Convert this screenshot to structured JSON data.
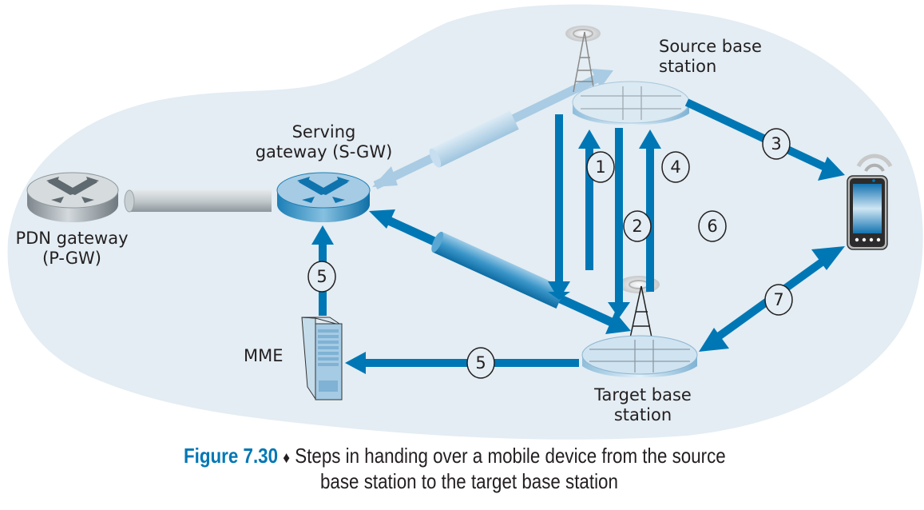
{
  "figure": {
    "number_label": "Figure 7.30",
    "separator": "♦",
    "caption_line1": "Steps in handing over a mobile device from the source",
    "caption_line2": "base station to the target base station"
  },
  "colors": {
    "region_fill": "#e3edf3",
    "arrow_blue": "#0077b5",
    "arrow_light_blue": "#a9cbe3",
    "text": "#231f20",
    "caption_accent": "#0077b5"
  },
  "nodes": {
    "pdn_gateway": {
      "label_line1": "PDN gateway",
      "label_line2": "(P-GW)",
      "icon": "router-icon"
    },
    "serving_gateway": {
      "label_line1": "Serving",
      "label_line2": "gateway (S-GW)",
      "icon": "router-icon"
    },
    "source_base_station": {
      "label_line1": "Source base",
      "label_line2": "station",
      "icon": "base-station-icon"
    },
    "target_base_station": {
      "label_line1": "Target base",
      "label_line2": "station",
      "icon": "base-station-icon"
    },
    "mme": {
      "label": "MME",
      "icon": "server-icon"
    },
    "mobile_device": {
      "icon": "smartphone-icon"
    }
  },
  "steps": [
    {
      "number": "1",
      "from": "Source base station",
      "to": "Target base station"
    },
    {
      "number": "2",
      "from": "Target base station",
      "to": "Source base station"
    },
    {
      "number": "3",
      "from": "Source base station",
      "to": "Mobile device"
    },
    {
      "number": "4",
      "from": "Source base station",
      "to": "Target base station"
    },
    {
      "number": "5",
      "from": "Target base station",
      "to": "MME"
    },
    {
      "number": "5",
      "from": "MME",
      "to": "Serving gateway (S-GW)"
    },
    {
      "number": "6",
      "from": "Target base station",
      "to": "Source base station"
    },
    {
      "number": "7",
      "from": "Target base station",
      "to": "Mobile device",
      "bidirectional": true
    }
  ],
  "tunnels": [
    {
      "from": "PDN gateway (P-GW)",
      "to": "Serving gateway (S-GW)",
      "style": "gray"
    },
    {
      "from": "Serving gateway (S-GW)",
      "to": "Source base station",
      "style": "light-blue",
      "bidirectional": true
    },
    {
      "from": "Serving gateway (S-GW)",
      "to": "Target base station",
      "style": "blue",
      "bidirectional": true
    }
  ]
}
